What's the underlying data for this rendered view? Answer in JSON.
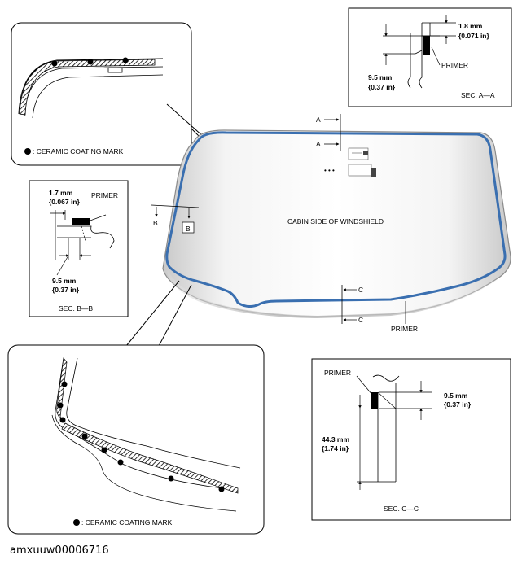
{
  "top_left_inset": {
    "legend": ": CERAMIC COATING MARK"
  },
  "bottom_left_inset": {
    "legend": ": CERAMIC COATING MARK"
  },
  "section_a": {
    "title": "SEC. A—A",
    "dim_top": "1.8 mm",
    "dim_top_in": "{0.071 in}",
    "dim_side": "9.5 mm",
    "dim_side_in": "{0.37 in}",
    "primer": "PRIMER"
  },
  "section_b": {
    "title": "SEC. B—B",
    "dim_top": "1.7 mm",
    "dim_top_in": "{0.067 in}",
    "dim_bottom": "9.5 mm",
    "dim_bottom_in": "{0.37 in}",
    "primer": "PRIMER"
  },
  "section_c": {
    "title": "SEC. C—C",
    "dim_top": "9.5 mm",
    "dim_top_in": "{0.37 in}",
    "dim_side": "44.3 mm",
    "dim_side_in": "{1.74 in}",
    "primer": "PRIMER"
  },
  "windshield": {
    "center_label": "CABIN SIDE OF WINDSHIELD",
    "primer_label": "PRIMER",
    "cut_a": "A",
    "cut_b": "B",
    "cut_c": "C"
  },
  "colors": {
    "primer_line": "#3a6fb0",
    "glass_edge": "#8a8a8a"
  },
  "doc_id": "amxuuw00006716"
}
